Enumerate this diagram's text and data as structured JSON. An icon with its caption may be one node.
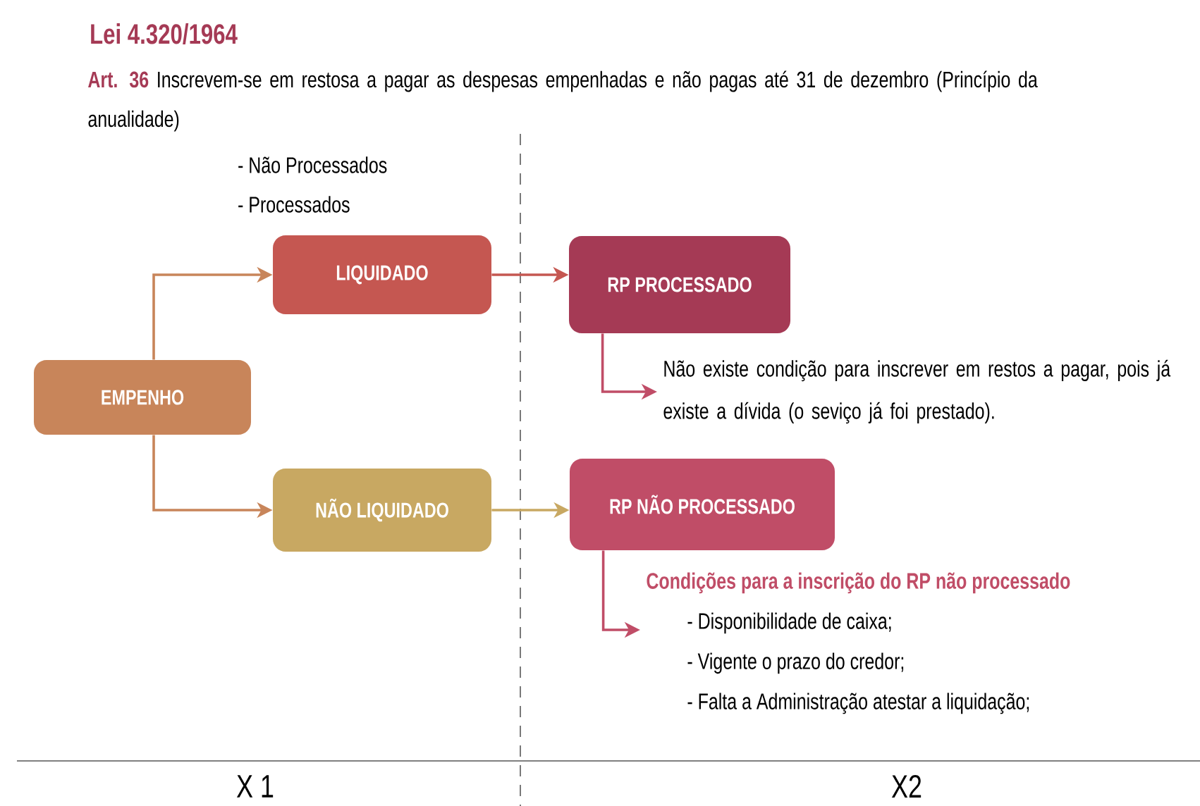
{
  "diagram": {
    "title": "Lei 4.320/1964",
    "nodes": [
      {
        "text": [
          "EMPENHO"
        ]
      },
      {
        "text": [
          "LIQUIDADO"
        ]
      },
      {
        "text": [
          "NÃO LIQUIDADO"
        ]
      },
      {
        "text": [
          "RP PROCESSADO"
        ]
      },
      {
        "text": [
          "RP NÃO PROCESSADO"
        ]
      },
      {
        "text": [
          "Não existe condição para inscrever em restos a pagar, pois já existe a dívida (o seviço já foi prestado)."
        ]
      },
      {
        "text": [
          "Condições para a inscrição do RP não processado",
          "- Disponibilidade de caixa;",
          "-  Vigente o prazo do credor;",
          "- Falta a Administração atestar a liquidação;"
        ]
      }
    ],
    "edges": [
      {
        "from": 0,
        "to": 1,
        "arrow": "to",
        "color": "#c8855a"
      },
      {
        "from": 0,
        "to": 2,
        "arrow": "to",
        "color": "#c8855a"
      },
      {
        "from": 1,
        "to": 3,
        "arrow": "to",
        "color": "#c55751"
      },
      {
        "from": 2,
        "to": 4,
        "arrow": "to",
        "color": "#c8a862"
      },
      {
        "from": 3,
        "to": 5,
        "arrow": "to",
        "color": "#c04d67"
      },
      {
        "from": 4,
        "to": 6,
        "arrow": "to",
        "color": "#c04d67"
      }
    ],
    "labels": [
      "Art. 36",
      "Inscrevem-se em restosa a pagar as despesas empenhadas e não pagas até 31 de dezembro (Princípio da anualidade)",
      "- Não Processados",
      "- Processados",
      "X 1",
      "X2"
    ]
  }
}
